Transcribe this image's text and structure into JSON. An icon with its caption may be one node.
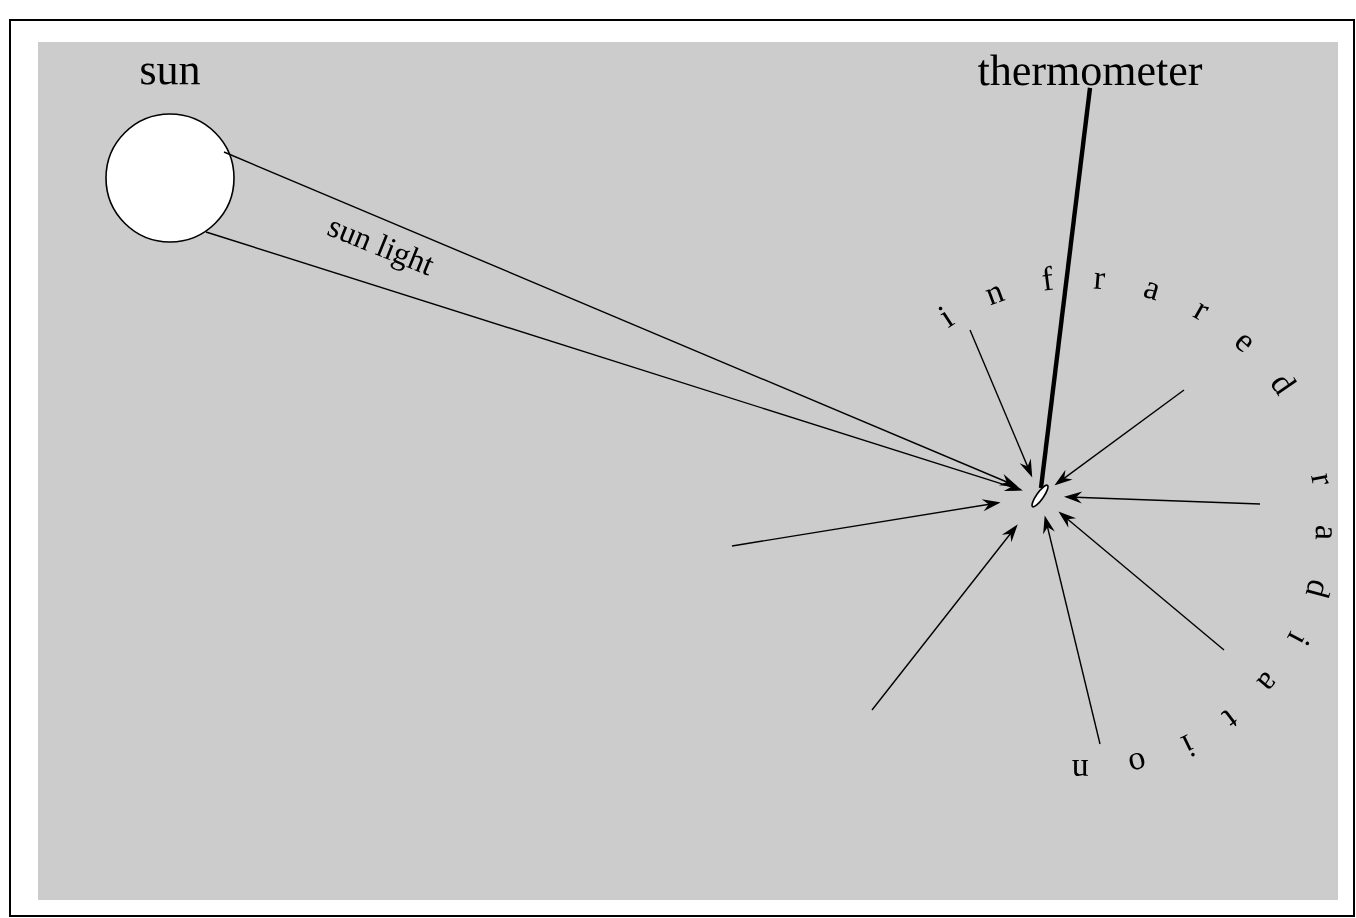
{
  "diagram": {
    "nodes": [
      {
        "text": [
          "sun"
        ]
      },
      {
        "text": [
          "thermometer"
        ]
      },
      {
        "text": [],
        "shape": "ellipse"
      },
      {
        "text": [
          "infrared radiation"
        ]
      }
    ],
    "edges": [
      {
        "from": 0,
        "to": 2,
        "arrow": "to",
        "label": "sun light"
      },
      {
        "from": 0,
        "to": 2,
        "arrow": "to"
      },
      {
        "from": 1,
        "to": 2,
        "arrow": "none",
        "style": "thick"
      },
      {
        "from": 3,
        "to": 2,
        "arrow": "to"
      },
      {
        "from": 3,
        "to": 2,
        "arrow": "to"
      },
      {
        "from": 3,
        "to": 2,
        "arrow": "to"
      },
      {
        "from": null,
        "to": 2,
        "arrow": "to"
      },
      {
        "from": null,
        "to": 2,
        "arrow": "to"
      },
      {
        "from": 3,
        "to": 2,
        "arrow": "to"
      },
      {
        "from": 3,
        "to": 2,
        "arrow": "to"
      }
    ]
  }
}
